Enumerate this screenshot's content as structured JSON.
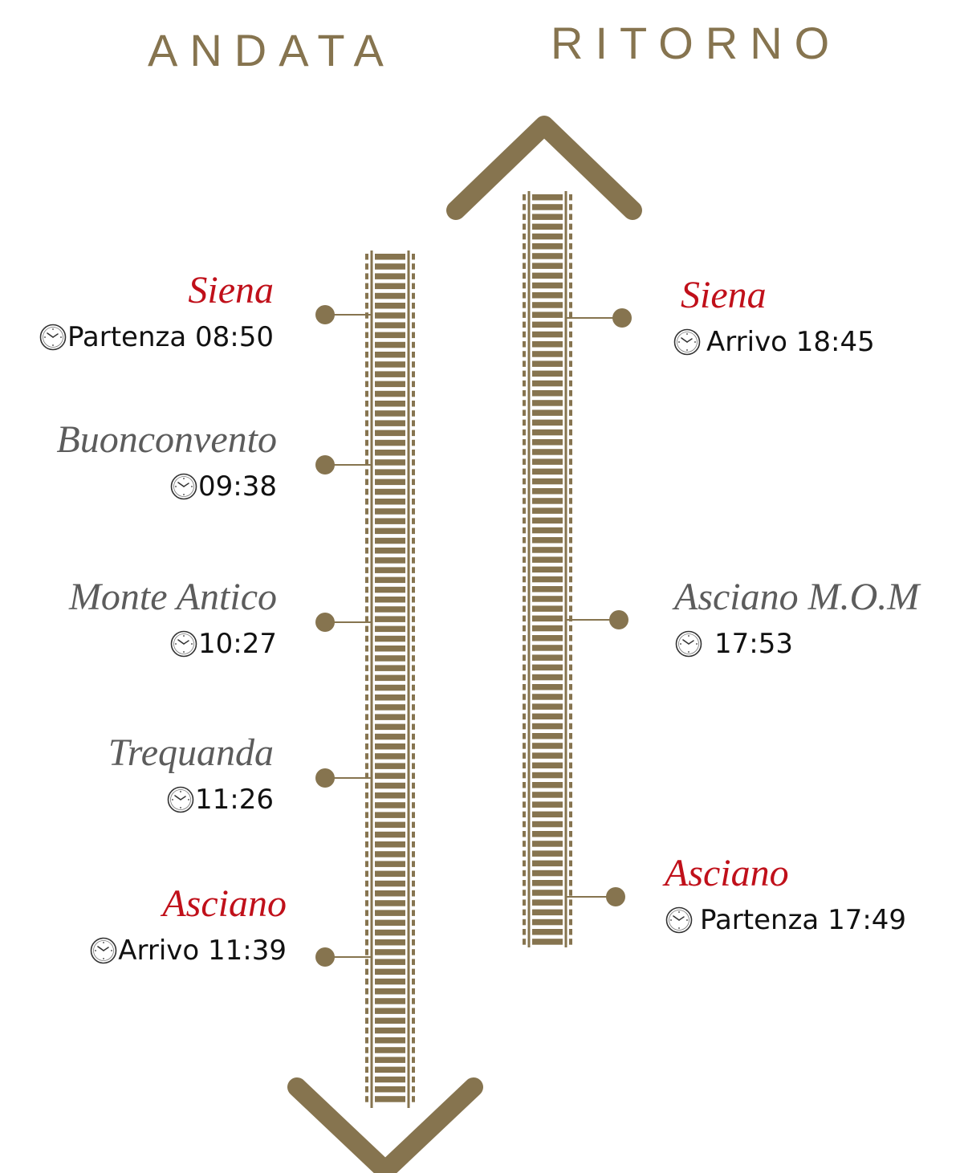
{
  "headings": {
    "outbound": "ANDATA",
    "return": "RITORNO"
  },
  "colors": {
    "accent": "#86744f",
    "terminus": "#c0101a",
    "intermediate": "#5c5c5c",
    "time_text": "#111111"
  },
  "outbound": {
    "direction": "down",
    "stops": [
      {
        "name": "Siena",
        "time": "Partenza 08:50",
        "terminus": true
      },
      {
        "name": "Buonconvento",
        "time": "09:38",
        "terminus": false
      },
      {
        "name": "Monte Antico",
        "time": "10:27",
        "terminus": false
      },
      {
        "name": "Trequanda",
        "time": "11:26",
        "terminus": false
      },
      {
        "name": "Asciano",
        "time": "Arrivo 11:39",
        "terminus": true
      }
    ]
  },
  "return": {
    "direction": "up",
    "stops": [
      {
        "name": "Siena",
        "time": "Arrivo 18:45",
        "terminus": true
      },
      {
        "name": "Asciano M.O.M",
        "time": "17:53",
        "terminus": false
      },
      {
        "name": "Asciano",
        "time": "Partenza 17:49",
        "terminus": true
      }
    ]
  },
  "icons": {
    "time": "clock-icon",
    "track": "railway-track",
    "arrow_up": "chevron-up-icon",
    "arrow_down": "chevron-down-icon"
  }
}
